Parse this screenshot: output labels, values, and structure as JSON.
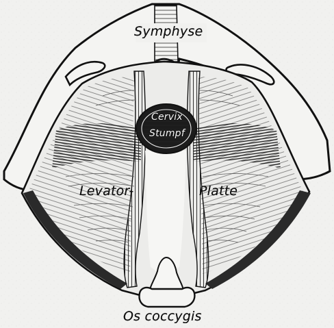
{
  "figure": {
    "labels": {
      "symphyse": "Symphyse",
      "cervix": "Cervix",
      "stumpf": "Stumpf",
      "levator": "Levator-",
      "platte": "Platte",
      "os_coccygis": "Os coccygis"
    },
    "colors": {
      "paper": "#f1f1ef",
      "ink": "#161616",
      "shade": "#3a3a3a"
    }
  }
}
